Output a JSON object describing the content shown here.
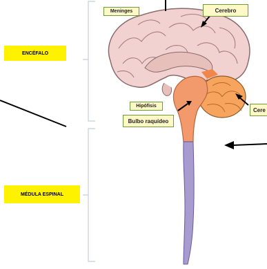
{
  "sections": {
    "encefalo": "ENCÉFALO",
    "medula": "MÉDULA ESPINAL"
  },
  "labels": {
    "meninges": "Meninges",
    "cerebro": "Cerebro",
    "hipofisis": "Hipófisis",
    "bulbo": "Bulbo raquídeo",
    "cerebelo_partial": "Cere"
  },
  "colors": {
    "section_fill": "#fff200",
    "tag_fill": "#fff9c8",
    "tag_border": "#6e9b3a",
    "brain_pink": "#f1d2d0",
    "brainstem_orange": "#f39a6d",
    "spinal_cord_purple": "#a79bcf",
    "cerebellum_orange": "#f7a55e"
  }
}
